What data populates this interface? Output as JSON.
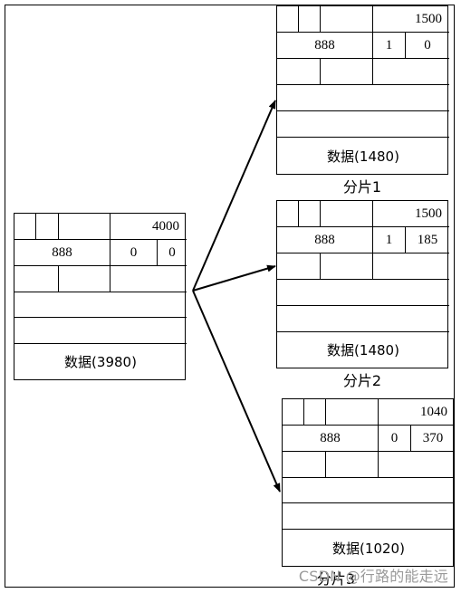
{
  "original": {
    "total_length": "4000",
    "identification": "888",
    "mf_flag": "0",
    "fragment_offset": "0",
    "data_label": "数据(3980)"
  },
  "fragments": [
    {
      "total_length": "1500",
      "identification": "888",
      "mf_flag": "1",
      "fragment_offset": "0",
      "data_label": "数据(1480)",
      "caption": "分片1"
    },
    {
      "total_length": "1500",
      "identification": "888",
      "mf_flag": "1",
      "fragment_offset": "185",
      "data_label": "数据(1480)",
      "caption": "分片2"
    },
    {
      "total_length": "1040",
      "identification": "888",
      "mf_flag": "0",
      "fragment_offset": "370",
      "data_label": "数据(1020)",
      "caption": "分片3"
    }
  ],
  "watermark": "CSDN @行路的能走远"
}
